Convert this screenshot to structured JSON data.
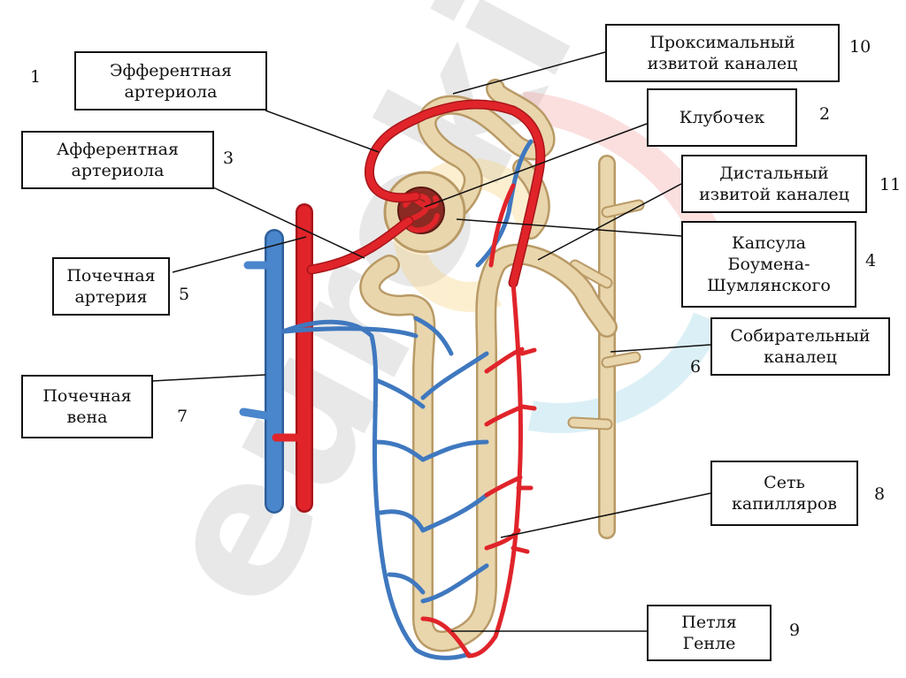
{
  "colors": {
    "artery": "#e0242a",
    "vein": "#3f78bf",
    "tubule": "#e9d6ad",
    "tubule_edge": "#b99a66",
    "leader": "#111111",
    "watermark": "#cfcfcf"
  },
  "watermark": {
    "text": "euroki"
  },
  "labels": {
    "efferent": {
      "text": "Эфферентная\nартериола",
      "number": "1"
    },
    "glomerulus": {
      "text": "Клубочек",
      "number": "2"
    },
    "afferent": {
      "text": "Афферентная\nартериола",
      "number": "3"
    },
    "capsule": {
      "text": "Капсула\nБоумена-\nШумлянского",
      "number": "4"
    },
    "renal_artery": {
      "text": "Почечная\nартерия",
      "number": "5"
    },
    "collecting_duct": {
      "text": "Собирательный\nканалец",
      "number": "6"
    },
    "renal_vein": {
      "text": "Почечная\nвена",
      "number": "7"
    },
    "capillaries": {
      "text": "Сеть\nкапилляров",
      "number": "8"
    },
    "henle_loop": {
      "text": "Петля\nГенле",
      "number": "9"
    },
    "proximal": {
      "text": "Проксимальный\nизвитой каналец",
      "number": "10"
    },
    "distal": {
      "text": "Дистальный\nизвитой каналец",
      "number": "11"
    }
  }
}
